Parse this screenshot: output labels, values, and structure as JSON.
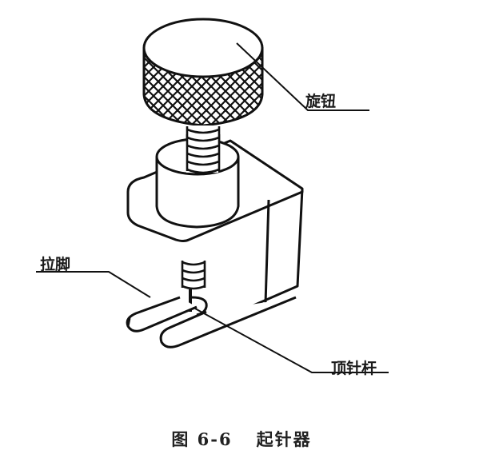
{
  "figure": {
    "number": "图 6-6",
    "title": "起针器",
    "labels": {
      "knob": "旋钮",
      "pull_leg": "拉脚",
      "ejector_pin": "顶针杆"
    },
    "colors": {
      "stroke": "#111111",
      "background": "#ffffff"
    }
  }
}
